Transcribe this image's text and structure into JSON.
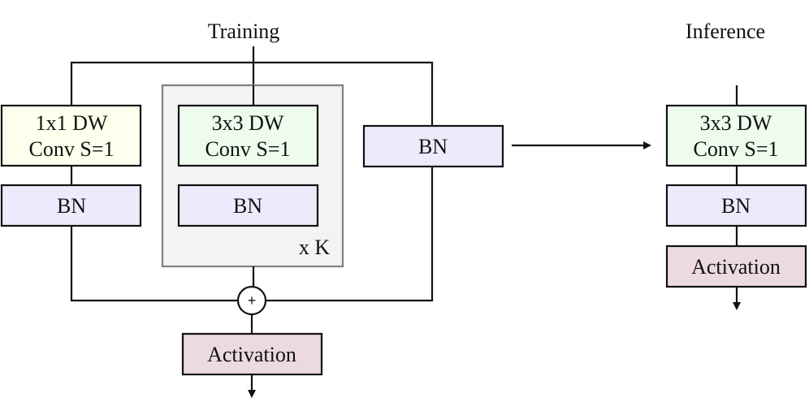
{
  "training": {
    "title": "Training",
    "branch_1x1": {
      "conv_line1": "1x1 DW",
      "conv_line2": "Conv S=1",
      "bn": "BN"
    },
    "branch_3x3": {
      "conv_line1": "3x3 DW",
      "conv_line2": "Conv S=1",
      "bn": "BN",
      "repeat": "x K"
    },
    "branch_identity": {
      "bn": "BN"
    },
    "sum_symbol": "+",
    "activation": "Activation"
  },
  "inference": {
    "title": "Inference",
    "conv_line1": "3x3 DW",
    "conv_line2": "Conv S=1",
    "bn": "BN",
    "activation": "Activation"
  },
  "colors": {
    "conv_1x1_fill": "#ffffee",
    "conv_3x3_fill": "#edfced",
    "bn_fill": "#ebebfc",
    "activation_fill": "#ecd9e2",
    "repeat_group_fill": "#f3f3f3",
    "repeat_group_stroke": "#808080"
  }
}
